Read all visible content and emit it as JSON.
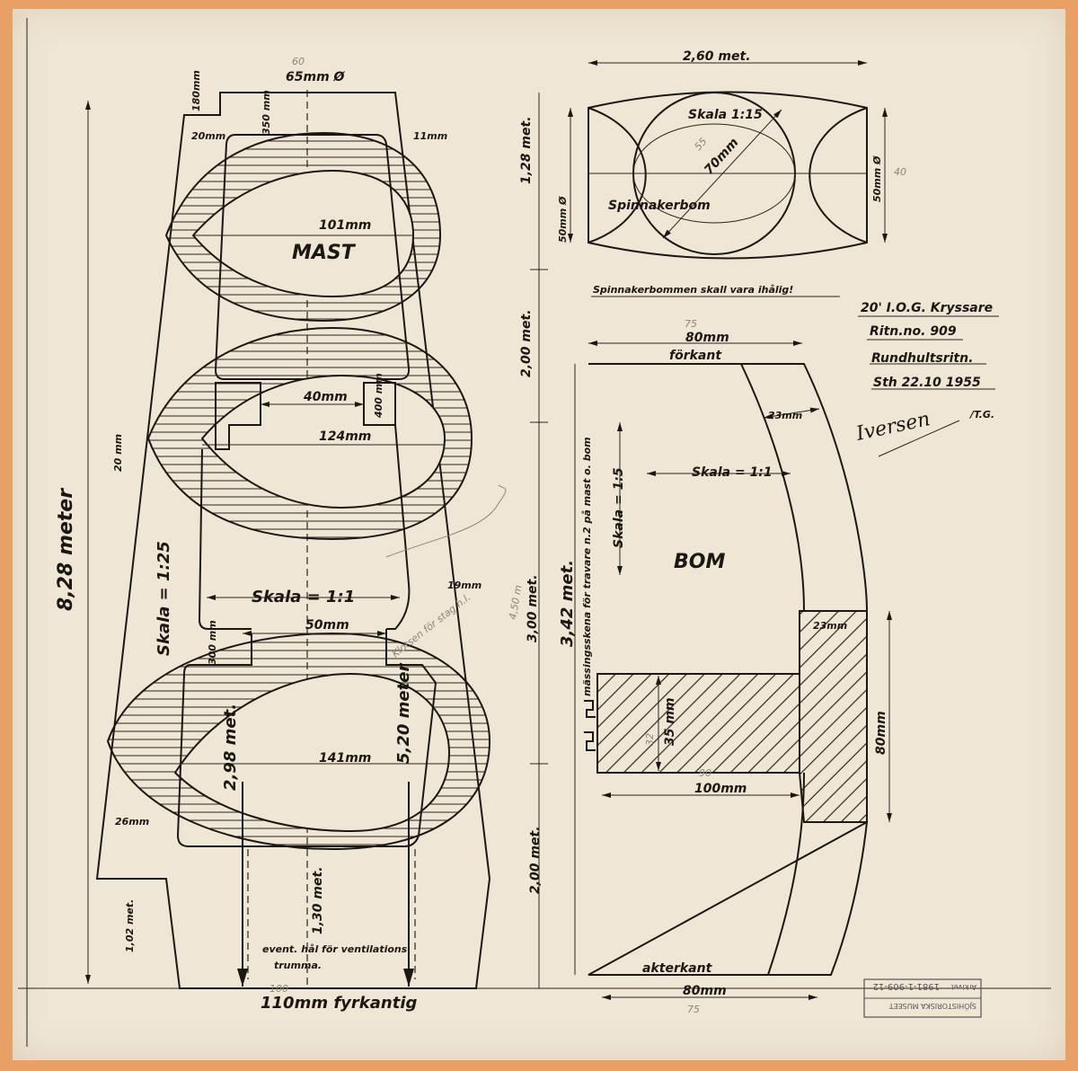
{
  "title_block": {
    "project": "20' I.O.G. Kryssare",
    "drawing_no": "Ritn.no. 909",
    "drawing_name": "Rundhultsritn.",
    "place_date": "Sth 22.10 1955",
    "signature": "Iversen",
    "initials": "/T.G."
  },
  "mast": {
    "label": "MAST",
    "total_length": "8,28 meter",
    "top_diameter": "65mm Ø",
    "top_diameter_pencil": "60",
    "dim_180": "180mm",
    "dim_350": "350 mm",
    "dim_11": "11mm",
    "dim_20": "20mm",
    "dim_101": "101mm",
    "dim_40": "40mm",
    "dim_400": "400 mm",
    "dim_20b": "20 mm",
    "dim_124": "124mm",
    "scale_1_25": "Skala = 1:25",
    "scale_1_1": "Skala = 1:1",
    "dim_19": "19mm",
    "dim_50": "50mm",
    "dim_300": "300 mm",
    "dim_141": "141mm",
    "dim_298": "2,98 met.",
    "dim_520": "5,20 meter",
    "dim_26": "26mm",
    "dim_102": "1,02 met.",
    "dim_130": "1,30 met.",
    "vent_note_1": "event. hål för ventilations",
    "vent_note_2": "trumma.",
    "base": "110mm fyrkantig",
    "base_pencil": "100",
    "seg_128": "1,28 met.",
    "seg_200a": "2,00 met.",
    "seg_300": "3,00 met.",
    "seg_200b": "2,00 met.",
    "pencil_note": "Klotsen för stag h.l.",
    "pencil_450": "4,50 m"
  },
  "spinnaker": {
    "label": "Spinnakerbom",
    "length": "2,60 met.",
    "scale": "Skala 1:15",
    "dia_70": "70mm",
    "dia_70_pencil": "55",
    "end_left": "50mm Ø",
    "end_right": "50mm Ø",
    "end_right_pencil": "40",
    "note": "Spinnakerbommen skall vara ihålig!"
  },
  "bom": {
    "label": "BOM",
    "top_width": "80mm",
    "top_width_pencil": "75",
    "forkant": "förkant",
    "dim_23a": "23mm",
    "scale_1_1": "Skala = 1:1",
    "scale_1_5": "Skala = 1:5",
    "length": "3,42 met.",
    "rail_note": "mässingsskena för travare n.2 på mast o. bom",
    "dim_23b": "23mm",
    "height_80": "80mm",
    "dim_35": "35 mm",
    "dim_35_pencil": "32",
    "dim_100": "100mm",
    "dim_100_pencil": "90",
    "akterkant": "akterkant",
    "bottom_width": "80mm",
    "bottom_width_pencil": "75"
  },
  "stamp": {
    "museum": "SJÖHISTORISKA MUSEET",
    "archive_label": "Arkivet",
    "archive_no": "1981-1-909-12"
  }
}
